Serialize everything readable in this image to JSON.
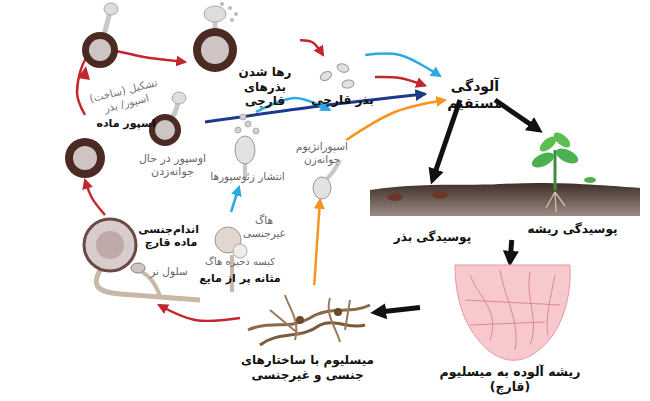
{
  "diagram": {
    "nodes": [
      {
        "text": [
          "رها شدن بذرهای قارچی"
        ]
      },
      {
        "text": [
          "بذر قارچی"
        ]
      },
      {
        "text": [
          "آلودگی مستقیم"
        ]
      },
      {
        "text": [
          "اسپور ماده"
        ]
      },
      {
        "text": [
          "اوسپور در حال جوانه‌زدن"
        ]
      },
      {
        "text": [
          "انتشار زئوسپورها"
        ]
      },
      {
        "text": [
          "اسپورانژیوم جوانه‌زن"
        ]
      },
      {
        "text": [
          "پوسیدگی بذر"
        ]
      },
      {
        "text": [
          "پوسیدگی ریشه"
        ]
      },
      {
        "text": [
          "اندام‌جنسی ماده قارچ",
          "سلول نر"
        ]
      },
      {
        "text": [
          "هاگ غیرجنسی",
          "کیسه ذخیره هاگ",
          "مثانه پر از مایع"
        ]
      },
      {
        "text": [
          "ریشه آلوده به میسلیوم (قارچ)"
        ]
      },
      {
        "text": [
          "میسلیوم با ساختارهای جنسی و غیرجنسی"
        ]
      }
    ],
    "edges": [
      {
        "from": 0,
        "to": 1,
        "arrow": "to"
      },
      {
        "from": 1,
        "to": 2,
        "arrow": "to"
      },
      {
        "from": 1,
        "to": 2,
        "arrow": "to"
      },
      {
        "from": 3,
        "to": 0,
        "arrow": "to"
      },
      {
        "from": 9,
        "to": 3,
        "arrow": "to"
      },
      {
        "from": 4,
        "to": 2,
        "arrow": "to"
      },
      {
        "from": 5,
        "to": 1,
        "arrow": "to"
      },
      {
        "from": 6,
        "to": 2,
        "arrow": "to"
      },
      {
        "from": 10,
        "to": 5,
        "arrow": "to"
      },
      {
        "from": 12,
        "to": 6,
        "arrow": "to"
      },
      {
        "from": 12,
        "to": 9,
        "arrow": "to"
      },
      {
        "from": 2,
        "to": 7,
        "arrow": "to"
      },
      {
        "from": 2,
        "to": 8,
        "arrow": "to"
      },
      {
        "from": 8,
        "to": 11,
        "arrow": "to"
      },
      {
        "from": 11,
        "to": 12,
        "arrow": "to"
      }
    ],
    "labels": [
      "تشکیل (ساخت) اسپور/ بذر"
    ]
  }
}
